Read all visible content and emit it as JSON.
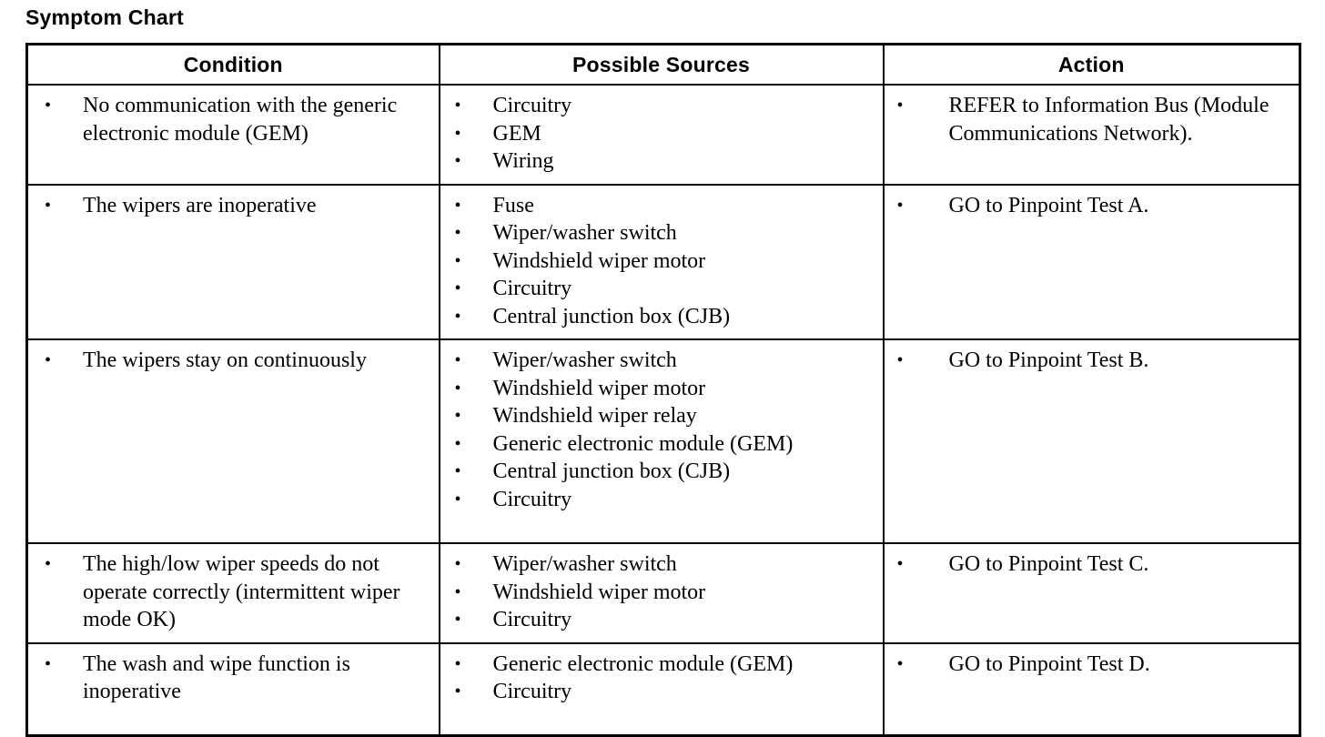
{
  "page": {
    "title": "Symptom Chart",
    "bullet_glyph": "•",
    "ink_color": "#000000",
    "background_color": "#ffffff"
  },
  "table": {
    "headers": [
      "Condition",
      "Possible Sources",
      "Action"
    ],
    "rows": [
      {
        "condition": [
          "No communication with the generic electronic module (GEM)"
        ],
        "sources": [
          "Circuitry",
          "GEM",
          "Wiring"
        ],
        "action": [
          "REFER to Information Bus (Module Communications Network)."
        ]
      },
      {
        "condition": [
          "The wipers are inoperative"
        ],
        "sources": [
          "Fuse",
          "Wiper/washer switch",
          "Windshield wiper motor",
          "Circuitry",
          "Central junction box (CJB)"
        ],
        "action": [
          "GO to Pinpoint Test A."
        ]
      },
      {
        "condition": [
          "The wipers stay on continuously"
        ],
        "sources": [
          "Wiper/washer switch",
          "Windshield wiper motor",
          "Windshield wiper relay",
          "Generic electronic module (GEM)",
          "Central junction box (CJB)",
          "Circuitry"
        ],
        "action": [
          "GO to Pinpoint Test B."
        ]
      },
      {
        "condition": [
          "The high/low wiper speeds do not operate correctly (intermittent wiper mode OK)"
        ],
        "sources": [
          "Wiper/washer switch",
          "Windshield wiper motor",
          "Circuitry"
        ],
        "action": [
          "GO to Pinpoint Test C."
        ]
      },
      {
        "condition": [
          "The wash and wipe function is inoperative"
        ],
        "sources": [
          "Generic electronic module (GEM)",
          "Circuitry"
        ],
        "action": [
          "GO to Pinpoint Test D."
        ]
      }
    ]
  }
}
